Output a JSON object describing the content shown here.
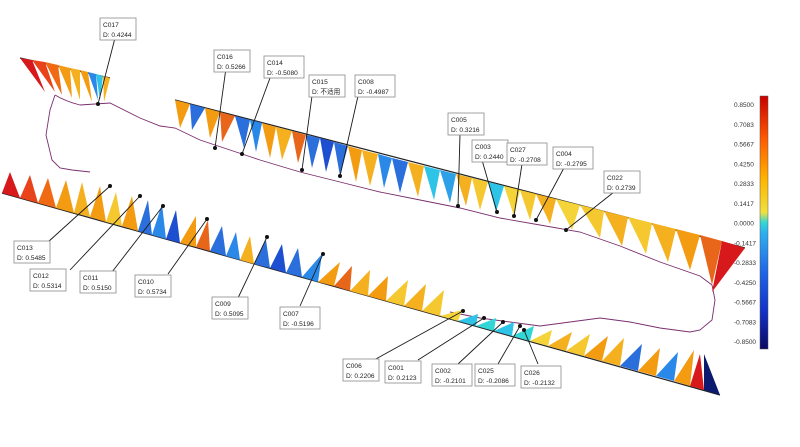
{
  "colorbar": {
    "ticks": [
      "0.8500",
      "0.7083",
      "0.5667",
      "0.4250",
      "0.2833",
      "0.1417",
      "0.0000",
      "-0.1417",
      "-0.2833",
      "-0.4250",
      "-0.5667",
      "-0.7083",
      "-0.8500"
    ]
  },
  "annotations": [
    {
      "id": "C017",
      "line1": "C017",
      "line2": "D:   0.4244"
    },
    {
      "id": "C016",
      "line1": "C016",
      "line2": "D:   0.5266"
    },
    {
      "id": "C014",
      "line1": "C014",
      "line2": "D:   -0.5080"
    },
    {
      "id": "C015",
      "line1": "C015",
      "line2": "D:   不适用"
    },
    {
      "id": "C008",
      "line1": "C008",
      "line2": "D:   -0.4987"
    },
    {
      "id": "C005",
      "line1": "C005",
      "line2": "D:   0.3216"
    },
    {
      "id": "C003",
      "line1": "C003",
      "line2": "D:   0.2440"
    },
    {
      "id": "C027",
      "line1": "C027",
      "line2": "D:   -0.2708"
    },
    {
      "id": "C004",
      "line1": "C004",
      "line2": "D:   -0.2795"
    },
    {
      "id": "C022",
      "line1": "C022",
      "line2": "D:   0.2739"
    },
    {
      "id": "C013",
      "line1": "C013",
      "line2": "D:   0.5485"
    },
    {
      "id": "C012",
      "line1": "C012",
      "line2": "D:   0.5314"
    },
    {
      "id": "C011",
      "line1": "C011",
      "line2": "D:   0.5150"
    },
    {
      "id": "C010",
      "line1": "C010",
      "line2": "D:   0.5734"
    },
    {
      "id": "C009",
      "line1": "C009",
      "line2": "D:   0.5095"
    },
    {
      "id": "C007",
      "line1": "C007",
      "line2": "D:   -0.5196"
    },
    {
      "id": "C006",
      "line1": "C006",
      "line2": "D:   0.2206"
    },
    {
      "id": "C001",
      "line1": "C001",
      "line2": "D:   0.2123"
    },
    {
      "id": "C002",
      "line1": "C002",
      "line2": "D:   -0.2101"
    },
    {
      "id": "C025",
      "line1": "C025",
      "line2": "D:   -0.2086"
    },
    {
      "id": "C026",
      "line1": "C026",
      "line2": "D:   -0.2132"
    }
  ],
  "colors": {
    "red": "#d7191c",
    "orange": "#f39c12",
    "yellow": "#f5d43a",
    "cyan": "#2ec4e8",
    "blue": "#2a6fdb",
    "navy": "#0b1a6e"
  }
}
